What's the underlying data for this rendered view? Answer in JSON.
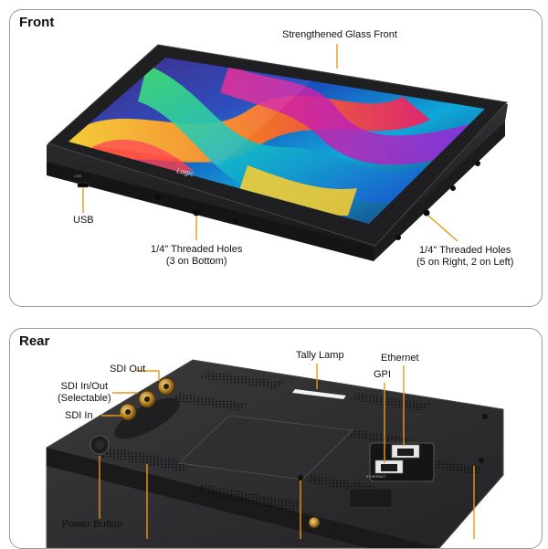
{
  "front": {
    "title": "Front",
    "labels": {
      "glass": "Strengthened Glass Front",
      "usb": "USB",
      "holes_bottom_line1": "1/4\" Threaded Holes",
      "holes_bottom_line2": "(3 on Bottom)",
      "holes_side_line1": "1/4\" Threaded Holes",
      "holes_side_line2": "(5 on Right, 2 on Left)"
    },
    "brand": "Logic",
    "usb_port_text": "USB"
  },
  "rear": {
    "title": "Rear",
    "labels": {
      "sdi_out": "SDI Out",
      "sdi_inout_line1": "SDI In/Out",
      "sdi_inout_line2": "(Selectable)",
      "sdi_in": "SDI In",
      "tally": "Tally Lamp",
      "ethernet": "Ethernet",
      "gpi": "GPI",
      "power": "Power Button"
    },
    "engraved": {
      "ethernet": "ETHERNET"
    }
  },
  "colors": {
    "leader": "#e89a1a",
    "body_dark": "#2a2a2c",
    "panel_border": "#9a9a9a"
  }
}
